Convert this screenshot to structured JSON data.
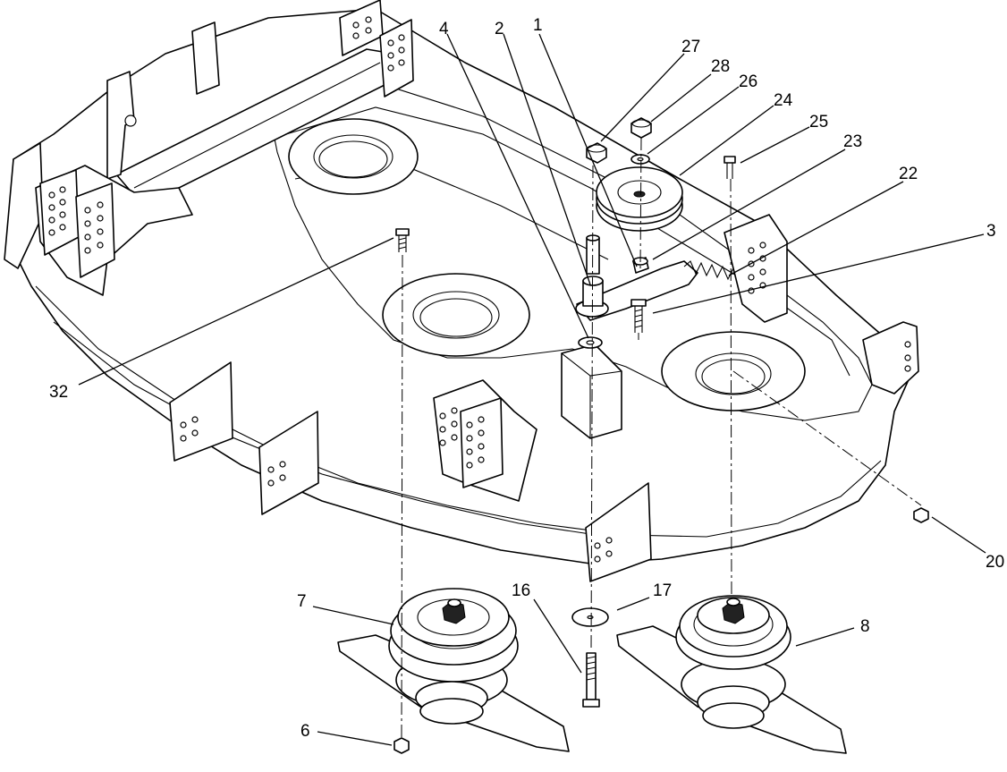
{
  "diagram": {
    "callouts": [
      {
        "id": "c1",
        "label": "1"
      },
      {
        "id": "c2",
        "label": "2"
      },
      {
        "id": "c3",
        "label": "3"
      },
      {
        "id": "c4",
        "label": "4"
      },
      {
        "id": "c6",
        "label": "6"
      },
      {
        "id": "c7",
        "label": "7"
      },
      {
        "id": "c8",
        "label": "8"
      },
      {
        "id": "c16",
        "label": "16"
      },
      {
        "id": "c17",
        "label": "17"
      },
      {
        "id": "c20",
        "label": "20"
      },
      {
        "id": "c22",
        "label": "22"
      },
      {
        "id": "c23",
        "label": "23"
      },
      {
        "id": "c24",
        "label": "24"
      },
      {
        "id": "c25",
        "label": "25"
      },
      {
        "id": "c26",
        "label": "26"
      },
      {
        "id": "c27",
        "label": "27"
      },
      {
        "id": "c28",
        "label": "28"
      },
      {
        "id": "c32",
        "label": "32"
      }
    ]
  }
}
